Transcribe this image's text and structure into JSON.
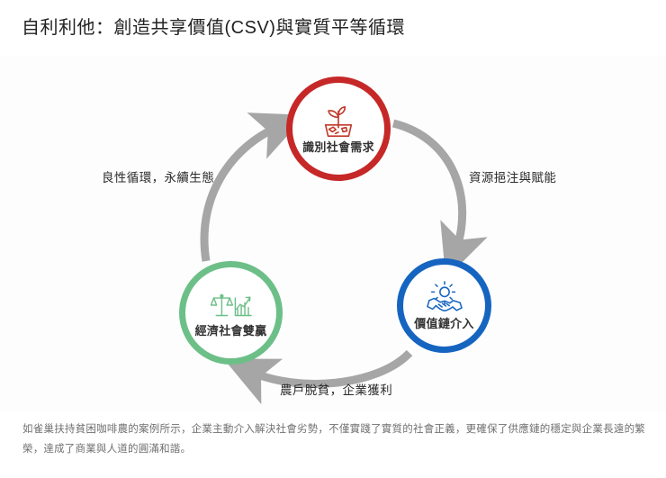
{
  "page": {
    "title": "自利利他：創造共享價值(CSV)與實質平等循環",
    "background_color": "#fdfdfd"
  },
  "diagram": {
    "type": "cycle-diagram",
    "nodes": [
      {
        "id": "identify",
        "label": "識別社會需求",
        "icon": "sprout-in-cracked-ground-icon",
        "color": "#c62828",
        "position": "top"
      },
      {
        "id": "valuechain",
        "label": "價值鏈介入",
        "icon": "handshake-gear-icon",
        "color": "#1565c0",
        "position": "bottom-right"
      },
      {
        "id": "winwin",
        "label": "經濟社會雙贏",
        "icon": "scales-growth-chart-icon",
        "color": "#6dbf88",
        "position": "bottom-left"
      }
    ],
    "edges": [
      {
        "id": "identify-to-valuechain",
        "label": "資源挹注與賦能",
        "from": "identify",
        "to": "valuechain",
        "color": "#a6a6a6"
      },
      {
        "id": "valuechain-to-winwin",
        "label": "農戶脫貧，企業獲利",
        "from": "valuechain",
        "to": "winwin",
        "color": "#a6a6a6"
      },
      {
        "id": "winwin-to-identify",
        "label": "良性循環，永續生態",
        "from": "winwin",
        "to": "identify",
        "color": "#a6a6a6"
      }
    ]
  },
  "caption": {
    "text": "如雀巢扶持貧困咖啡農的案例所示，企業主動介入解決社會劣勢，不僅實踐了實質的社會正義，更確保了供應鏈的穩定與企業長遠的繁榮，達成了商業與人道的圓滿和諧。"
  }
}
